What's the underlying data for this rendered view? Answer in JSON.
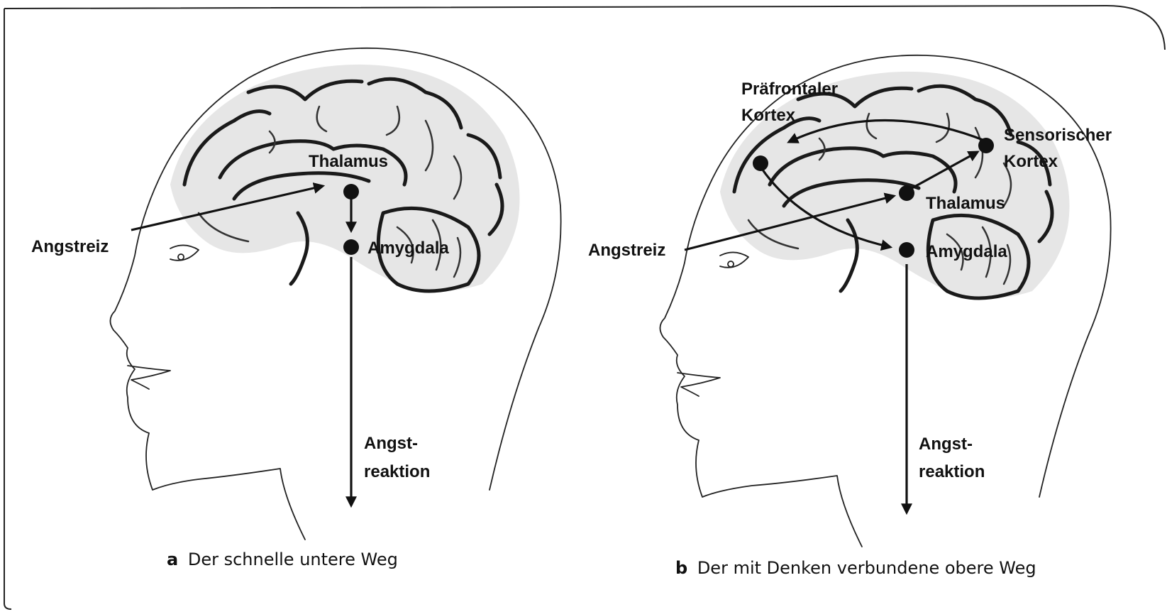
{
  "panel_a": {
    "labels": {
      "thalamus": "Thalamus",
      "amygdala": "Amygdala",
      "stimulus": "Angstreiz",
      "reaction_line1": "Angst-",
      "reaction_line2": "reaktion"
    },
    "caption_letter": "a",
    "caption_text": "Der schnelle untere Weg"
  },
  "panel_b": {
    "labels": {
      "prefrontal_line1": "Präfrontaler",
      "prefrontal_line2": "Kortex",
      "sensory_line1": "Sensorischer",
      "sensory_line2": "Kortex",
      "thalamus": "Thalamus",
      "amygdala": "Amygdala",
      "stimulus": "Angstreiz",
      "reaction_line1": "Angst-",
      "reaction_line2": "reaktion"
    },
    "caption_letter": "b",
    "caption_text": "Der mit Denken verbundene obere Weg"
  }
}
